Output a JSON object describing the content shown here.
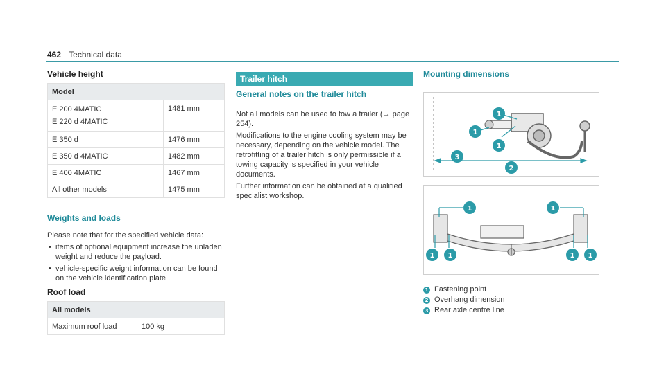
{
  "header": {
    "page_number": "462",
    "section": "Technical data"
  },
  "vehicle_height": {
    "title": "Vehicle height",
    "column_header": "Model",
    "rows": [
      {
        "model_lines": [
          "E 200 4MATIC",
          "E 220 d 4MATIC"
        ],
        "value": "1481 mm"
      },
      {
        "model_lines": [
          "E 350 d"
        ],
        "value": "1476 mm"
      },
      {
        "model_lines": [
          "E 350 d 4MATIC"
        ],
        "value": "1482 mm"
      },
      {
        "model_lines": [
          "E 400 4MATIC"
        ],
        "value": "1467 mm"
      },
      {
        "model_lines": [
          "All other models"
        ],
        "value": "1475 mm"
      }
    ]
  },
  "weights_loads": {
    "title": "Weights and loads",
    "intro": "Please note that for the specified vehicle data:",
    "bullets": [
      "items of optional equipment increase the unladen weight and reduce the payload.",
      "vehicle-specific weight information can be found on the vehicle identification plate ."
    ],
    "roof_load": {
      "title": "Roof load",
      "column_header": "All models",
      "row_label": "Maximum roof load",
      "row_value": "100 kg"
    }
  },
  "trailer_hitch": {
    "bar_title": "Trailer hitch",
    "subtitle": "General notes on the trailer hitch",
    "para1": "Not all models can be used to tow a trailer (→ page 254).",
    "para2": "Modifications to the engine cooling system may be necessary, depending on the vehicle model. The retrofitting of a trailer hitch is only permissible if a towing capacity is specified in your vehicle documents.",
    "para3": "Further information can be obtained at a qualified specialist workshop."
  },
  "mounting_dimensions": {
    "title": "Mounting dimensions",
    "legend": [
      {
        "num": "1",
        "label": "Fastening point"
      },
      {
        "num": "2",
        "label": "Overhang dimension"
      },
      {
        "num": "3",
        "label": "Rear axle centre line"
      }
    ]
  },
  "colors": {
    "accent": "#3aaab2",
    "accent_dark": "#1f8a99",
    "table_header_bg": "#e8ebed"
  }
}
